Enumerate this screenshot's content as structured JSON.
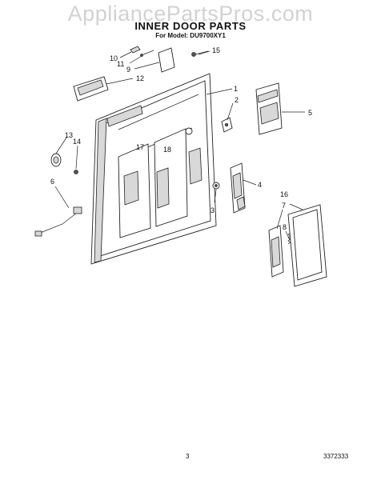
{
  "watermark": "AppliancePartsPros.com",
  "title": "INNER DOOR PARTS",
  "subtitle": "For Model: DU9700XY1",
  "page_number": "3",
  "doc_number": "3372333",
  "callouts": [
    {
      "id": "1",
      "label": "1"
    },
    {
      "id": "2",
      "label": "2"
    },
    {
      "id": "3",
      "label": "3"
    },
    {
      "id": "4",
      "label": "4"
    },
    {
      "id": "5",
      "label": "5"
    },
    {
      "id": "6",
      "label": "6"
    },
    {
      "id": "7",
      "label": "7"
    },
    {
      "id": "8",
      "label": "8"
    },
    {
      "id": "9",
      "label": "9"
    },
    {
      "id": "10",
      "label": "10"
    },
    {
      "id": "11",
      "label": "11"
    },
    {
      "id": "12",
      "label": "12"
    },
    {
      "id": "13",
      "label": "13"
    },
    {
      "id": "14",
      "label": "14"
    },
    {
      "id": "15",
      "label": "15"
    },
    {
      "id": "16",
      "label": "16"
    },
    {
      "id": "17",
      "label": "17"
    },
    {
      "id": "18",
      "label": "18"
    }
  ]
}
